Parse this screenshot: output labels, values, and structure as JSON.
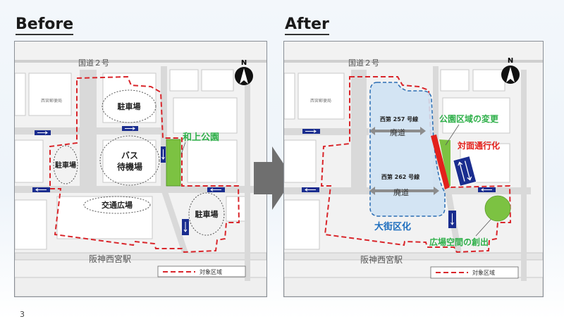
{
  "before": {
    "title": "Before",
    "road_label": "国道２号",
    "post_office": "西宮郵便局",
    "station": "阪神西宮駅",
    "compass": "N",
    "park": "和上公園",
    "areas": {
      "parking_north": "駐車場",
      "bus_waiting_line1": "バス",
      "bus_waiting_line2": "待機場",
      "parking_west": "駐車場",
      "traffic_plaza": "交通広場",
      "parking_east": "駐車場"
    },
    "legend": "対象区域"
  },
  "after": {
    "title": "After",
    "road_label": "国道２号",
    "post_office": "西宮郵便局",
    "station": "阪神西宮駅",
    "compass": "N",
    "route_257": "西第 257 号線",
    "route_262": "西第 262 号線",
    "abolished_1": "廃道",
    "abolished_2": "廃道",
    "block_merge": "大街区化",
    "park_change": "公園区域の変更",
    "two_way": "対面通行化",
    "plaza_creation": "広場空間の創出",
    "legend": "対象区域"
  },
  "page_number": "3",
  "colors": {
    "boundary": "#d9262b",
    "park_green": "#7cc242",
    "label_green": "#2fb04a",
    "label_red": "#e3201b",
    "label_blue": "#1f6fbf",
    "sign_blue": "#1a2d8f",
    "block_blue": "#cfe2f3"
  }
}
